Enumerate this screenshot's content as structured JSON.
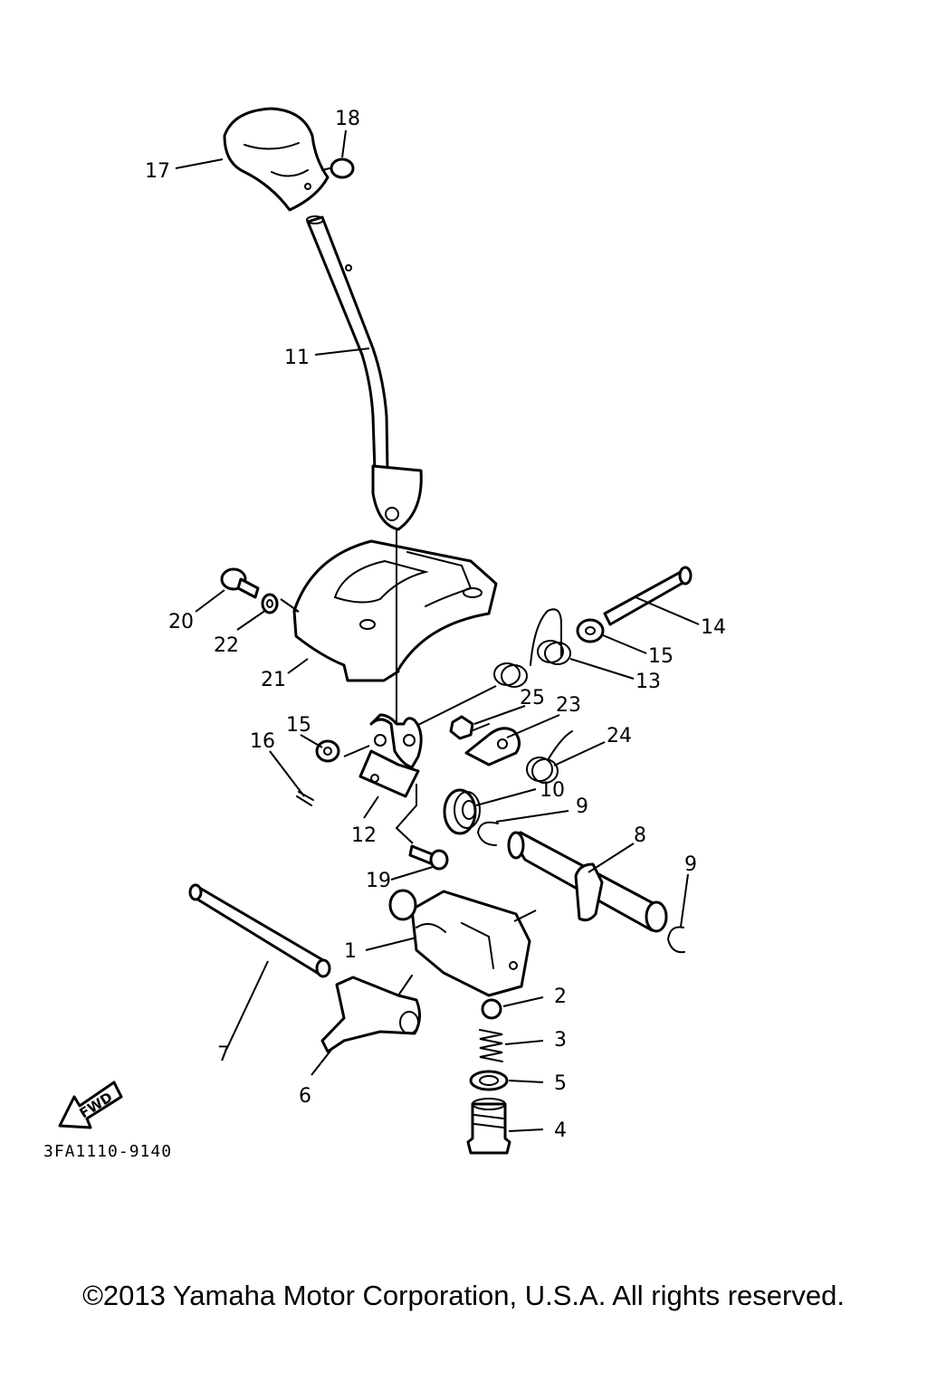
{
  "diagram": {
    "callouts": {
      "c1": "1",
      "c2": "2",
      "c3": "3",
      "c4": "4",
      "c5": "5",
      "c6": "6",
      "c7": "7",
      "c8": "8",
      "c9a": "9",
      "c9b": "9",
      "c10": "10",
      "c11": "11",
      "c12": "12",
      "c13": "13",
      "c14": "14",
      "c15a": "15",
      "c15b": "15",
      "c16": "16",
      "c17": "17",
      "c18": "18",
      "c19": "19",
      "c20": "20",
      "c21": "21",
      "c22": "22",
      "c23": "23",
      "c24": "24",
      "c25": "25"
    },
    "fwd_label": "FWD",
    "drawing_code": "3FA1110-9140"
  },
  "footer": {
    "copyright": "©2013 Yamaha Motor Corporation, U.S.A. All rights reserved."
  }
}
